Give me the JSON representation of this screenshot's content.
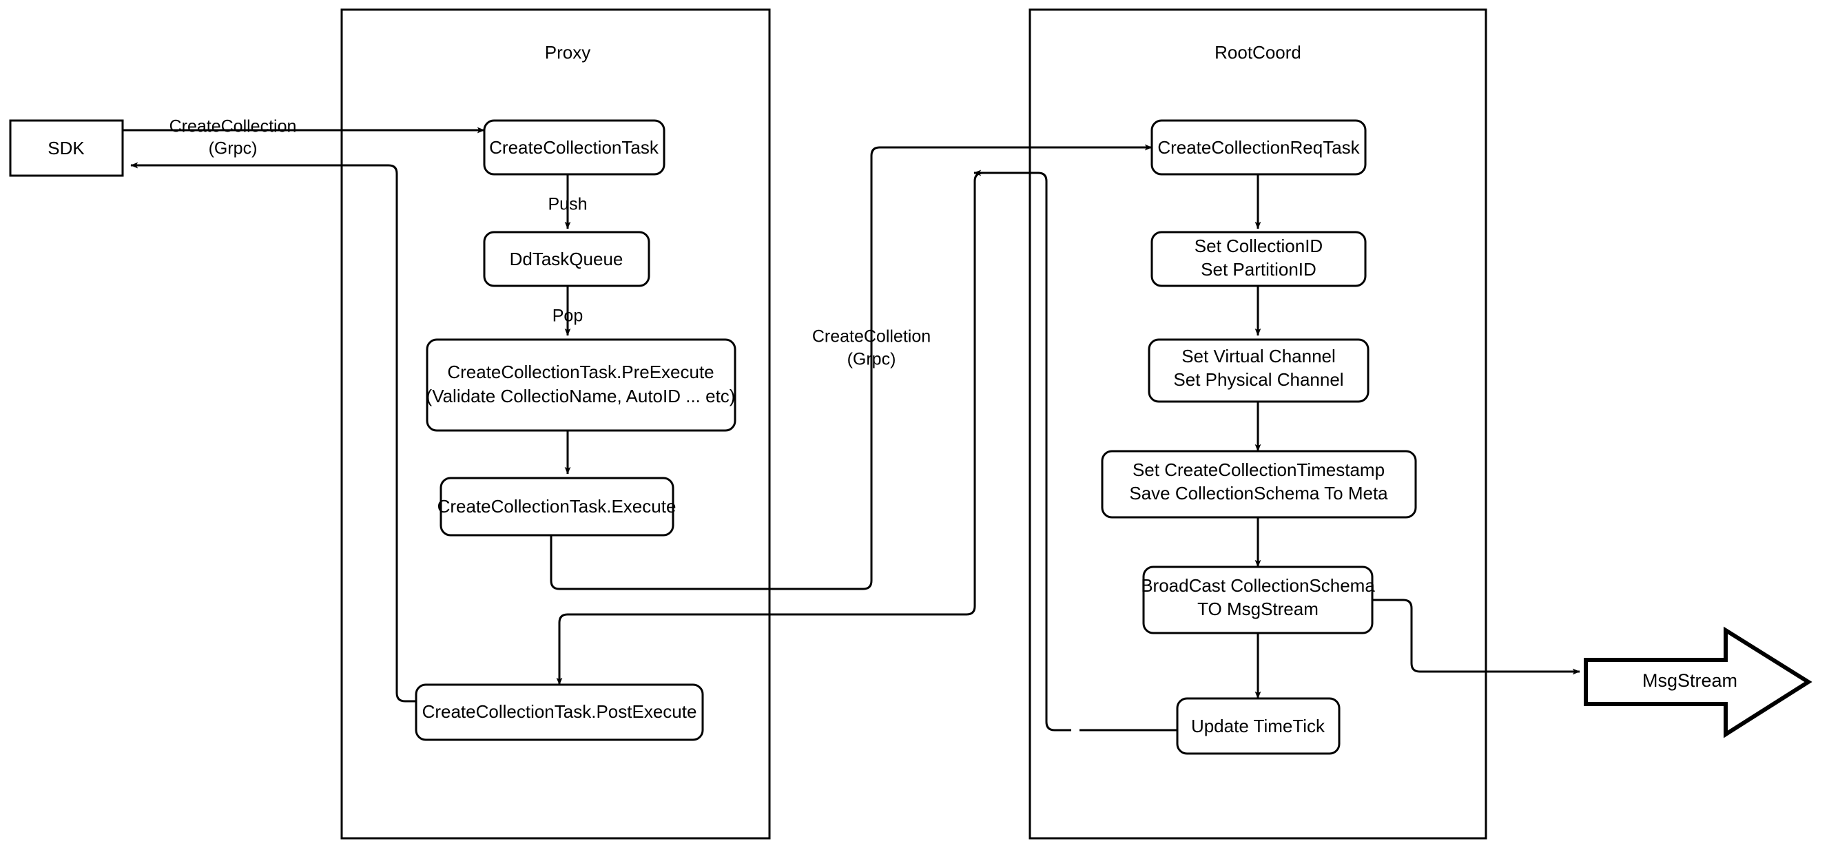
{
  "diagram": {
    "title_hidden": "",
    "background_color": "#ffffff",
    "stroke_color": "#000000",
    "containers": [
      {
        "id": "proxy",
        "label": "Proxy"
      },
      {
        "id": "rootcoord",
        "label": "RootCoord"
      }
    ],
    "nodes": {
      "sdk": "SDK",
      "create_collection_task": "CreateCollectionTask",
      "dd_task_queue": "DdTaskQueue",
      "pre_execute_line1": "CreateCollectionTask.PreExecute",
      "pre_execute_line2": "(Validate CollectioName, AutoID ... etc)",
      "execute": "CreateCollectionTask.Execute",
      "post_execute": "CreateCollectionTask.PostExecute",
      "create_collection_req_task": "CreateCollectionReqTask",
      "set_ids_line1": "Set CollectionID",
      "set_ids_line2": "Set PartitionID",
      "set_channels_line1": "Set Virtual Channel",
      "set_channels_line2": "Set Physical Channel",
      "set_meta_line1": "Set CreateCollectionTimestamp",
      "set_meta_line2": "Save CollectionSchema To Meta",
      "broadcast_line1": "BroadCast CollectionSchema",
      "broadcast_line2": "TO MsgStream",
      "update_timetick": "Update TimeTick",
      "msgstream": "MsgStream"
    },
    "edge_labels": {
      "sdk_to_proxy_line1": "CreateCollection",
      "sdk_to_proxy_line2": "(Grpc)",
      "push": "Push",
      "pop": "Pop",
      "proxy_to_rootcoord_line1": "CreateColletion",
      "proxy_to_rootcoord_line2": "(Grpc)"
    }
  }
}
